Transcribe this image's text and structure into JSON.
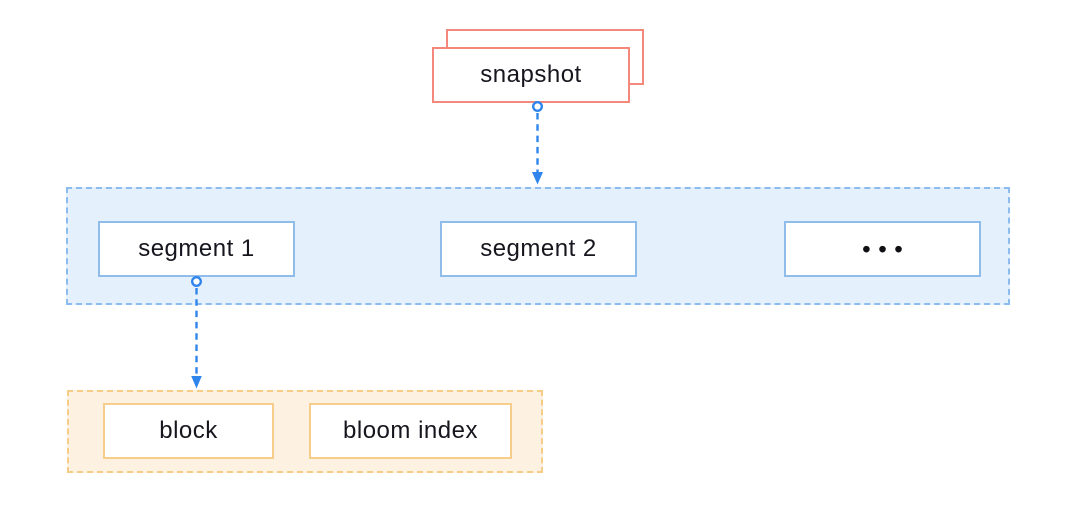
{
  "diagram": {
    "snapshot": {
      "label": "snapshot",
      "stacked": true
    },
    "segments_row": {
      "items": [
        {
          "label": "segment 1"
        },
        {
          "label": "segment 2"
        },
        {
          "label": "•••"
        }
      ]
    },
    "segment_detail_row": {
      "items": [
        {
          "label": "block"
        },
        {
          "label": "bloom index"
        }
      ]
    },
    "connectors": [
      {
        "from": "snapshot",
        "to": "segments-row",
        "style": "dashed-arrow-with-origin-dot",
        "color": "#2F85EC"
      },
      {
        "from": "segment 1",
        "to": "segment-detail-row",
        "style": "dashed-arrow-with-origin-dot",
        "color": "#2F85EC"
      }
    ],
    "colors": {
      "snapshot_border": "#F4897B",
      "segments_row_fill": "#E4F0FC",
      "segments_row_border": "#8CBCEE",
      "segment_box_border": "#8FBCE8",
      "detail_row_fill": "#FDF2E2",
      "detail_row_border": "#F7CC86",
      "detail_box_border": "#F7CD8C",
      "connector_blue": "#2F85EC",
      "text": "#16161E",
      "background": "#FFFFFF"
    }
  }
}
